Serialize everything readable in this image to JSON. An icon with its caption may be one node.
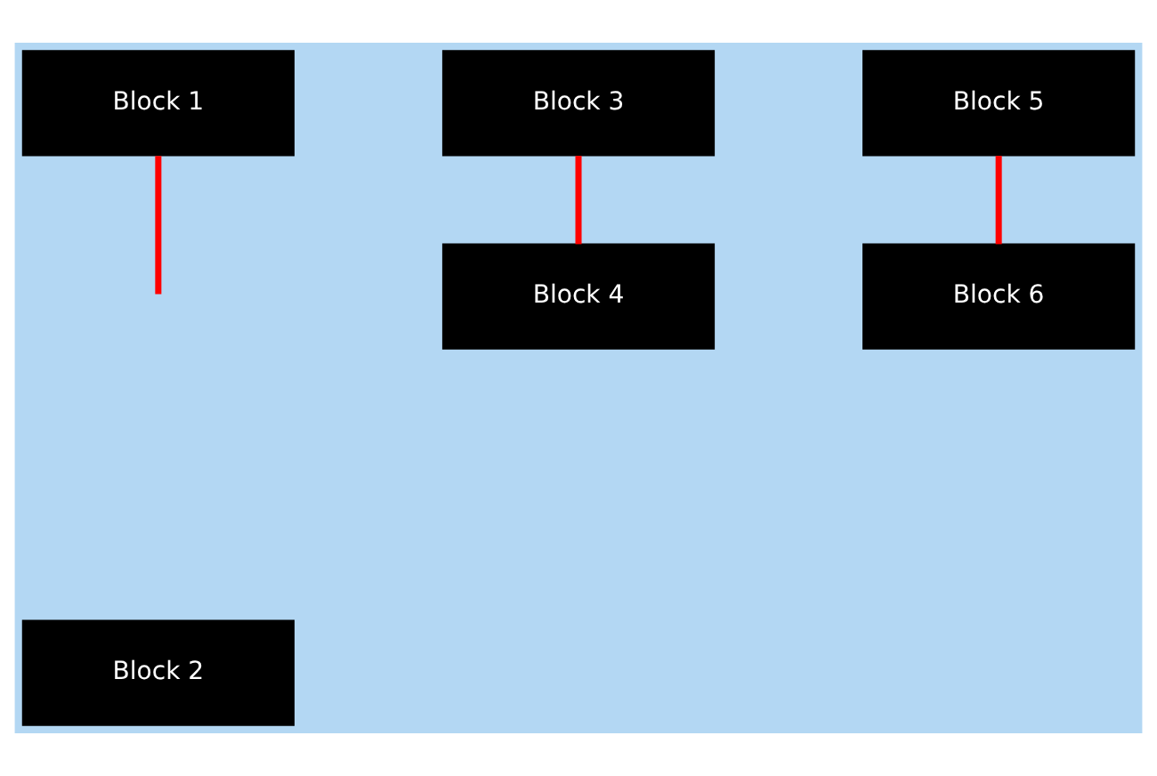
{
  "diagram": {
    "nodes": [
      {
        "text": [
          "Block 1"
        ]
      },
      {
        "text": [
          "Block 2"
        ]
      },
      {
        "text": [
          "Block 3"
        ]
      },
      {
        "text": [
          "Block 4"
        ]
      },
      {
        "text": [
          "Block 5"
        ]
      },
      {
        "text": [
          "Block 6"
        ]
      }
    ],
    "edges": [
      {
        "from": 0,
        "to": null,
        "arrow": "none",
        "color": "#ff0000"
      },
      {
        "from": 2,
        "to": 3,
        "arrow": "none",
        "color": "#ff0000"
      },
      {
        "from": 4,
        "to": 5,
        "arrow": "none",
        "color": "#ff0000"
      }
    ]
  }
}
